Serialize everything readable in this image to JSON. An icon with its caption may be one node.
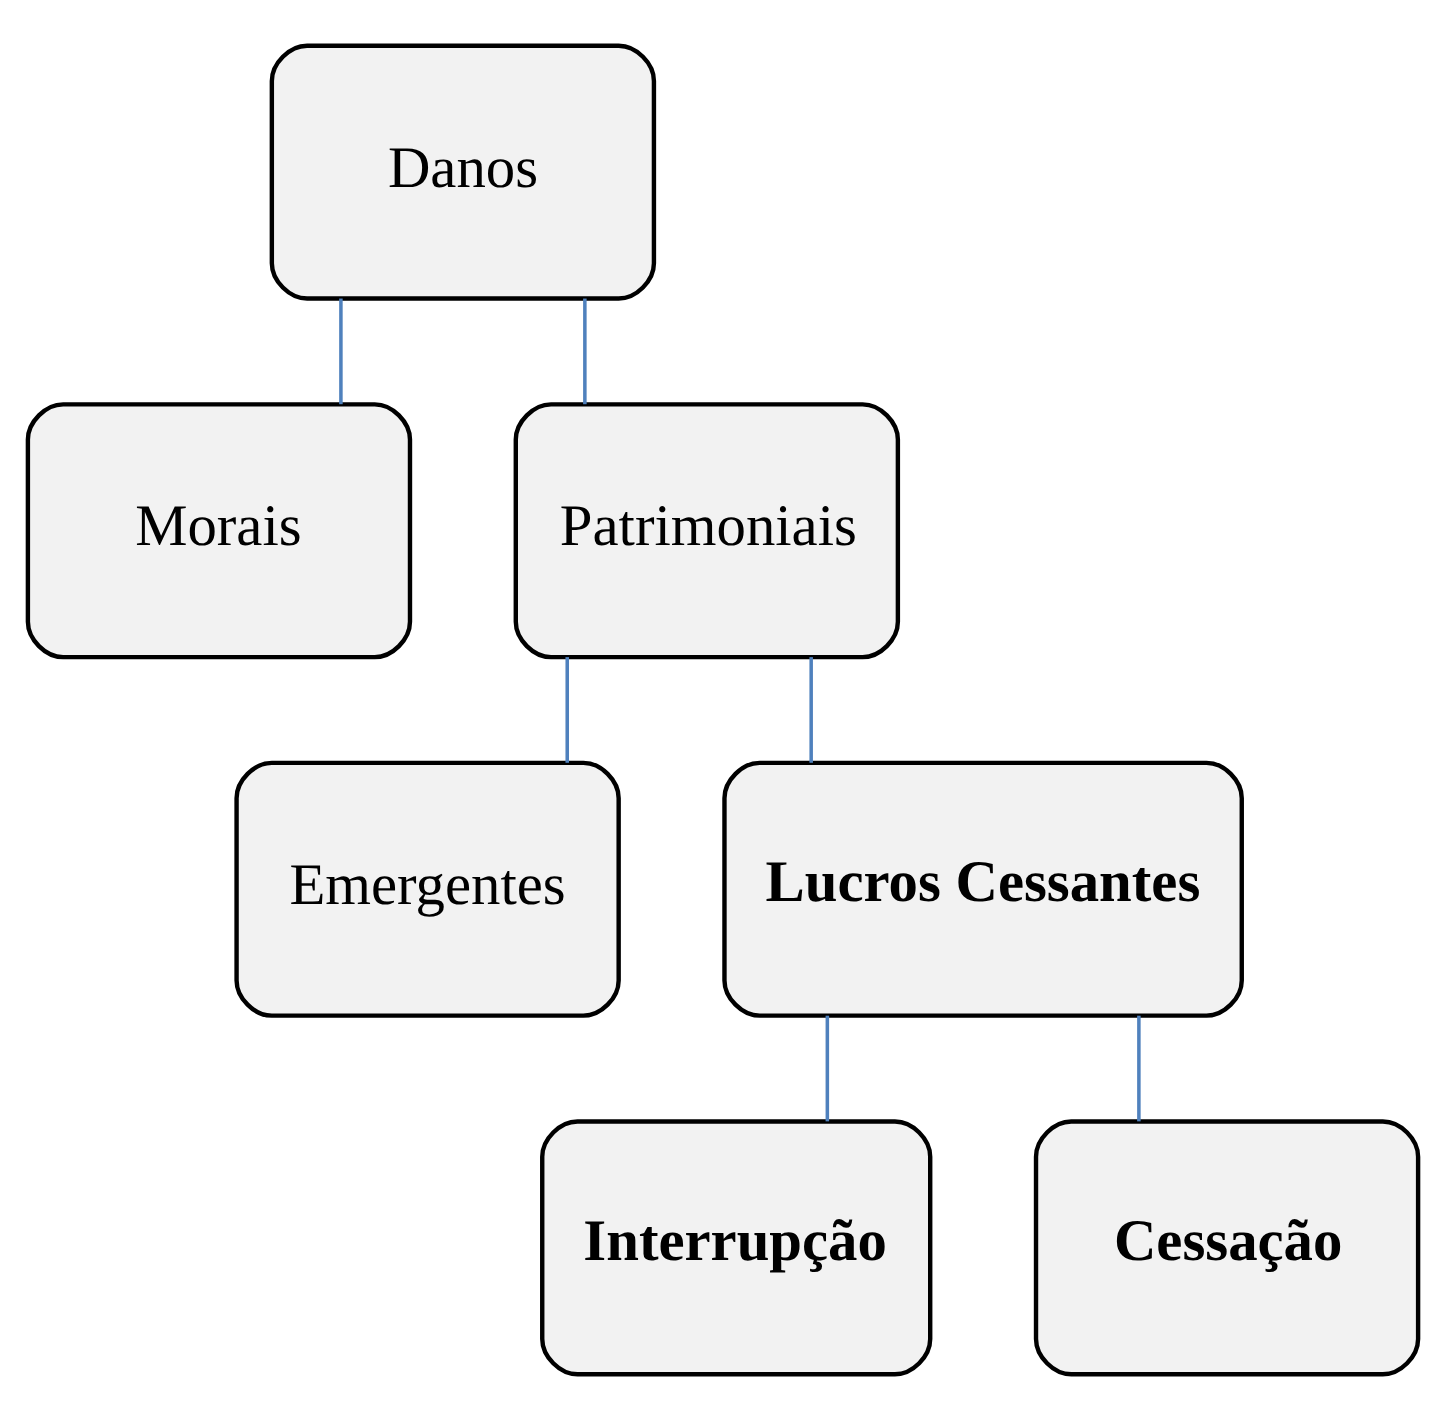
{
  "diagram": {
    "nodes": [
      {
        "text": [
          "Danos"
        ]
      },
      {
        "text": [
          "Morais"
        ]
      },
      {
        "text": [
          "Patrimoniais"
        ]
      },
      {
        "text": [
          "Emergentes"
        ]
      },
      {
        "text": [
          "Lucros Cessantes"
        ]
      },
      {
        "text": [
          "Interrupção"
        ]
      },
      {
        "text": [
          "Cessação"
        ]
      }
    ],
    "edges": [
      {
        "from": 0,
        "to": 1,
        "arrow": "none"
      },
      {
        "from": 0,
        "to": 2,
        "arrow": "none"
      },
      {
        "from": 2,
        "to": 3,
        "arrow": "none"
      },
      {
        "from": 2,
        "to": 4,
        "arrow": "none"
      },
      {
        "from": 4,
        "to": 5,
        "arrow": "none"
      },
      {
        "from": 4,
        "to": 6,
        "arrow": "none"
      }
    ]
  }
}
